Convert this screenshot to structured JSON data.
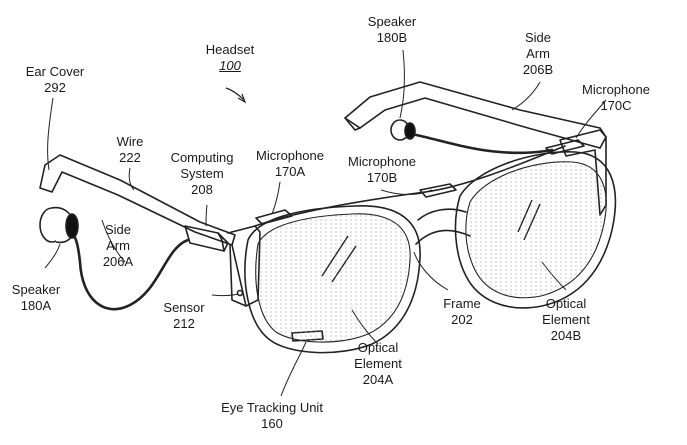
{
  "figure": {
    "headset": {
      "line1": "Headset",
      "line2": "100"
    },
    "labels": [
      {
        "id": "ear-cover",
        "line1": "Ear Cover",
        "line2": "292"
      },
      {
        "id": "speaker-180b",
        "line1": "Speaker",
        "line2": "180B"
      },
      {
        "id": "side-arm-206b",
        "line1": "Side",
        "line2": "Arm",
        "line3": "206B"
      },
      {
        "id": "microphone-170c",
        "line1": "Microphone",
        "line2": "170C"
      },
      {
        "id": "wire",
        "line1": "Wire",
        "line2": "222"
      },
      {
        "id": "computing-system",
        "line1": "Computing",
        "line2": "System",
        "line3": "208"
      },
      {
        "id": "microphone-170a",
        "line1": "Microphone",
        "line2": "170A"
      },
      {
        "id": "microphone-170b",
        "line1": "Microphone",
        "line2": "170B"
      },
      {
        "id": "side-arm-206a",
        "line1": "Side",
        "line2": "Arm",
        "line3": "206A"
      },
      {
        "id": "speaker-180a",
        "line1": "Speaker",
        "line2": "180A"
      },
      {
        "id": "sensor",
        "line1": "Sensor",
        "line2": "212"
      },
      {
        "id": "frame",
        "line1": "Frame",
        "line2": "202"
      },
      {
        "id": "optical-204b",
        "line1": "Optical",
        "line2": "Element",
        "line3": "204B"
      },
      {
        "id": "optical-204a",
        "line1": "Optical",
        "line2": "Element",
        "line3": "204A"
      },
      {
        "id": "eye-tracking",
        "line1": "Eye Tracking Unit",
        "line2": "160"
      }
    ]
  }
}
